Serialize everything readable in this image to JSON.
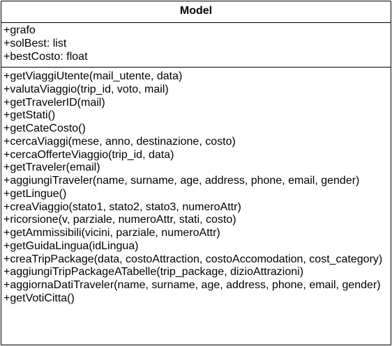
{
  "uml_class": {
    "name": "Model",
    "attributes": [
      "+grafo",
      "+solBest: list",
      "+bestCosto: float"
    ],
    "methods": [
      "+getViaggiUtente(mail_utente, data)",
      "+valutaViaggio(trip_id, voto, mail)",
      "+getTravelerID(mail)",
      "+getStati()",
      "+getCateCosto()",
      "+cercaViaggi(mese, anno, destinazione, costo)",
      "+cercaOfferteViaggio(trip_id, data)",
      "+getTraveler(email)",
      "+aggiungiTraveler(name, surname, age, address, phone, email, gender)",
      "+getLingue()",
      "+creaViaggio(stato1, stato2, stato3, numeroAttr)",
      "+ricorsione(v, parziale, numeroAttr, stati, costo)",
      "+getAmmissibili(vicini, parziale, numeroAttr)",
      "+getGuidaLingua(idLingua)",
      "+creaTripPackage(data, costoAttraction, costoAccomodation, cost_category)",
      "+aggiungiTripPackageATabelle(trip_package, dizioAttrazioni)",
      "+aggiornaDatiTraveler(name, surname, age, address, phone, email, gender)",
      "+getVotiCitta()"
    ]
  },
  "colors": {
    "border": "#000000",
    "background": "#ffffff",
    "text": "#000000"
  }
}
